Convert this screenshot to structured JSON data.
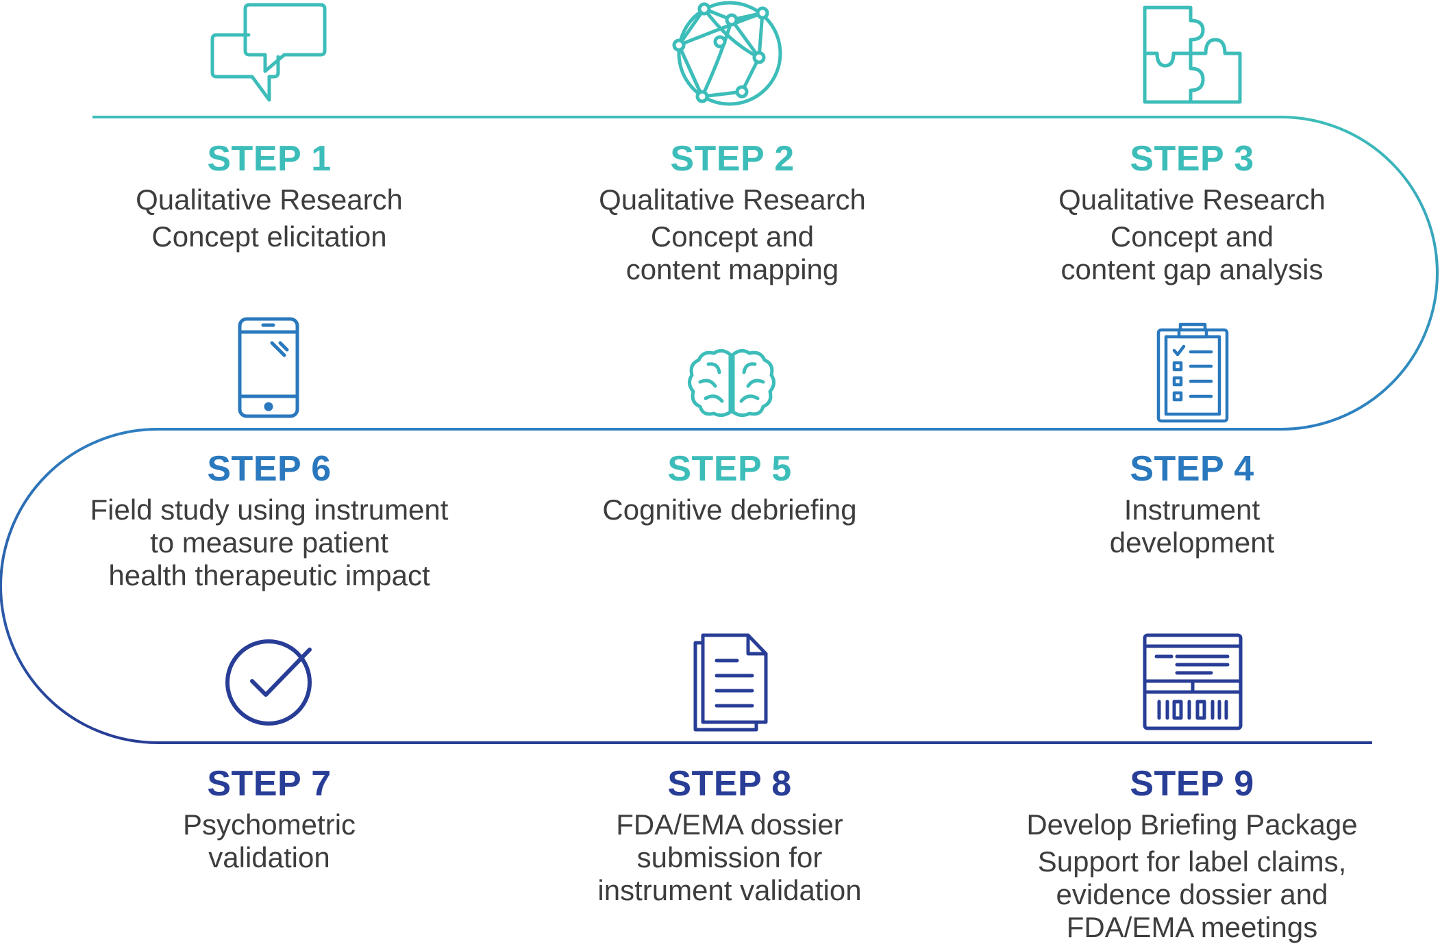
{
  "colors": {
    "teal": "#3dbdb9",
    "mid_blue": "#2a78bd",
    "navy": "#283d96",
    "text": "#3d3d3d"
  },
  "steps": [
    {
      "title": "STEP 1",
      "paragraphs": [
        [
          "Qualitative Research"
        ],
        [
          "Concept elicitation"
        ]
      ],
      "icon": "speech-bubbles-icon",
      "color": "#3dbdb9"
    },
    {
      "title": "STEP 2",
      "paragraphs": [
        [
          "Qualitative Research"
        ],
        [
          "Concept and",
          "content mapping"
        ]
      ],
      "icon": "network-globe-icon",
      "color": "#3dbdb9"
    },
    {
      "title": "STEP 3",
      "paragraphs": [
        [
          "Qualitative Research"
        ],
        [
          "Concept and",
          "content gap analysis"
        ]
      ],
      "icon": "puzzle-icon",
      "color": "#3dbdb9"
    },
    {
      "title": "STEP 4",
      "paragraphs": [
        [
          "Instrument",
          "development"
        ]
      ],
      "icon": "clipboard-checklist-icon",
      "color": "#2a78bd"
    },
    {
      "title": "STEP 5",
      "paragraphs": [
        [
          "Cognitive debriefing"
        ]
      ],
      "icon": "brain-icon",
      "color": "#3dbdb9"
    },
    {
      "title": "STEP 6",
      "paragraphs": [
        [
          "Field study using instrument",
          "to measure patient",
          "health therapeutic impact"
        ]
      ],
      "icon": "smartphone-icon",
      "color": "#2a78bd"
    },
    {
      "title": "STEP 7",
      "paragraphs": [
        [
          "Psychometric",
          "validation"
        ]
      ],
      "icon": "checkmark-circle-icon",
      "color": "#283d96"
    },
    {
      "title": "STEP 8",
      "paragraphs": [
        [
          "FDA/EMA dossier",
          "submission for",
          "instrument validation"
        ]
      ],
      "icon": "documents-icon",
      "color": "#283d96"
    },
    {
      "title": "STEP 9",
      "paragraphs": [
        [
          "Develop Briefing Package"
        ],
        [
          "Support for label claims,",
          "evidence dossier and",
          "FDA/EMA meetings"
        ]
      ],
      "icon": "briefing-package-icon",
      "color": "#283d96"
    }
  ]
}
